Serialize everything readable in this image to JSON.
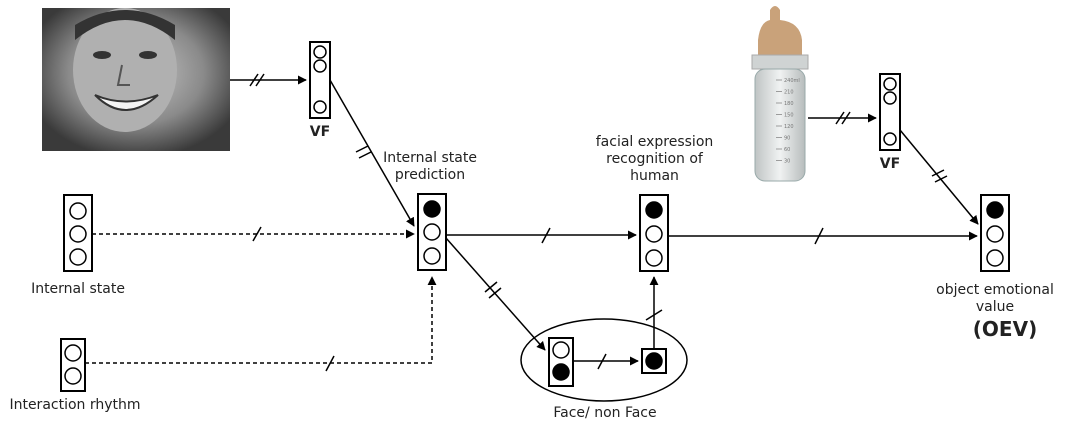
{
  "labels": {
    "vf_left": "VF",
    "vf_right": "VF",
    "internal_state_prediction": "Internal state prediction",
    "facial_expression": "facial expression recognition of human",
    "internal_state": "Internal state",
    "interaction_rhythm": "Interaction rhythm",
    "face_non_face": "Face/ non Face",
    "oev_line1": "object emotional value",
    "oev_line2": "(OEV)"
  },
  "images": {
    "face_photo": "smiling-face-photo",
    "baby_bottle": "baby-bottle-photo",
    "bottle_scale": [
      "240ml",
      "210",
      "180",
      "150",
      "120",
      "90",
      "60",
      "30"
    ]
  },
  "colors": {
    "stroke": "#000000",
    "text": "#222222",
    "photo_bg": "#9a9a9a"
  }
}
